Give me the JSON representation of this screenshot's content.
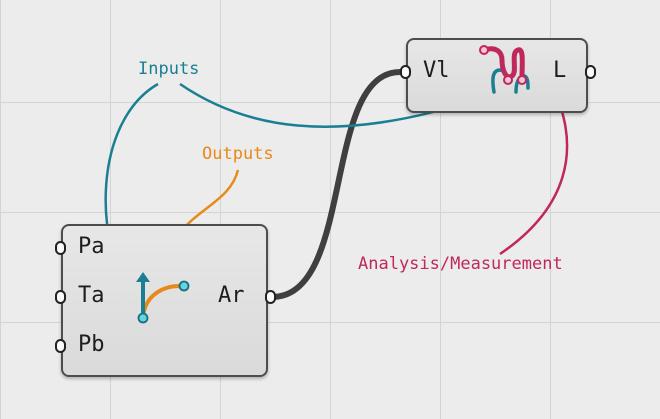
{
  "node_left": {
    "inputs": [
      "Pa",
      "Ta",
      "Pb"
    ],
    "output": "Ar",
    "icon": "arc-icon"
  },
  "node_right": {
    "input": "Vl",
    "output": "L",
    "icon": "length-curve-icon"
  },
  "annotations": {
    "inputs": "Inputs",
    "outputs": "Outputs",
    "analysis": "Analysis/Measurement"
  },
  "colors": {
    "inputs": "#1b7f93",
    "outputs": "#e68a1a",
    "analysis": "#c0275c",
    "wire": "#3f3f3f",
    "node_border": "#4d4d4d"
  }
}
